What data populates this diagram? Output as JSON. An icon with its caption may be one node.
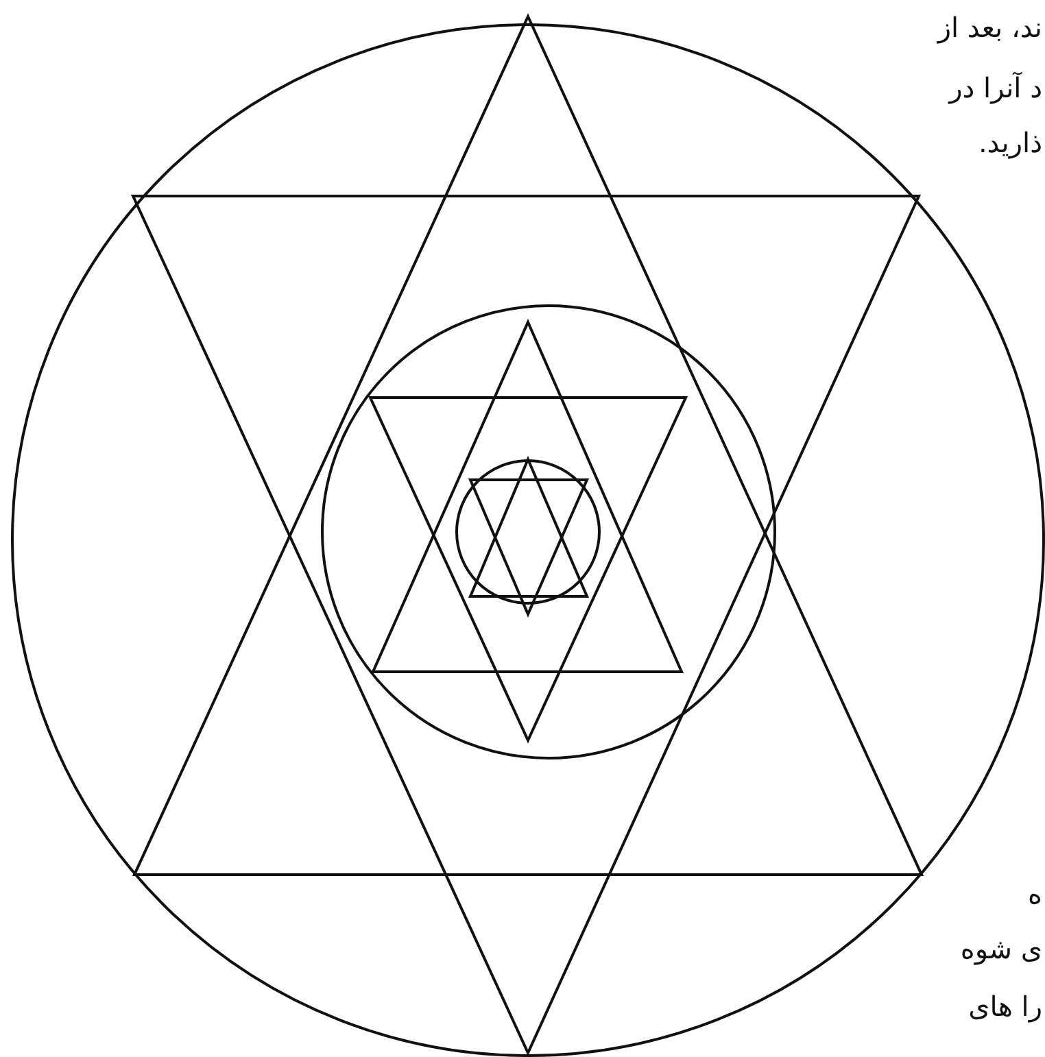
{
  "diagram": {
    "labels": [
      "ند، بعد از",
      "د آنرا در",
      "ذارید.",
      "ه",
      "ی شوه",
      "را های"
    ]
  }
}
